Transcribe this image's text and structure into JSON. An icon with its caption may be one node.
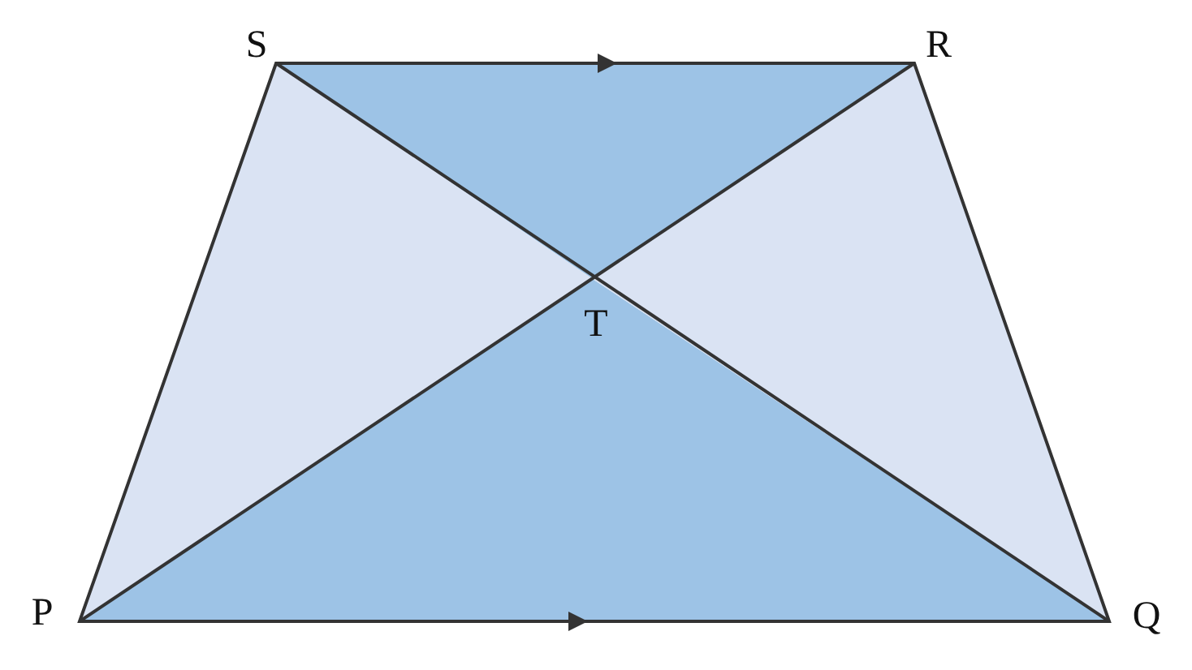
{
  "diagram": {
    "labels": [
      "S",
      "R",
      "T",
      "P",
      "Q"
    ]
  }
}
